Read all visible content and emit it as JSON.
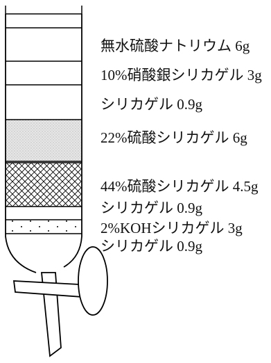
{
  "colors": {
    "line": "#000000",
    "background": "#ffffff",
    "silica_22_fill": "#e4e4e4",
    "text": "#111111"
  },
  "layers": [
    {
      "label": "無水硫酸ナトリウム 6g",
      "pattern": "none"
    },
    {
      "label": "10%硝酸銀シリカゲル 3g",
      "pattern": "none"
    },
    {
      "label": "シリカゲル 0.9g",
      "pattern": "none"
    },
    {
      "label": "22%硫酸シリカゲル 6g",
      "pattern": "stipple-gray"
    },
    {
      "label": "44%硫酸シリカゲル 4.5g",
      "pattern": "crosshatch"
    },
    {
      "label": "シリカゲル 0.9g",
      "pattern": "none"
    },
    {
      "label": "2%KOHシリカゲル 3g",
      "pattern": "dots"
    },
    {
      "label": "シリカゲル 0.9g",
      "pattern": "none"
    }
  ]
}
